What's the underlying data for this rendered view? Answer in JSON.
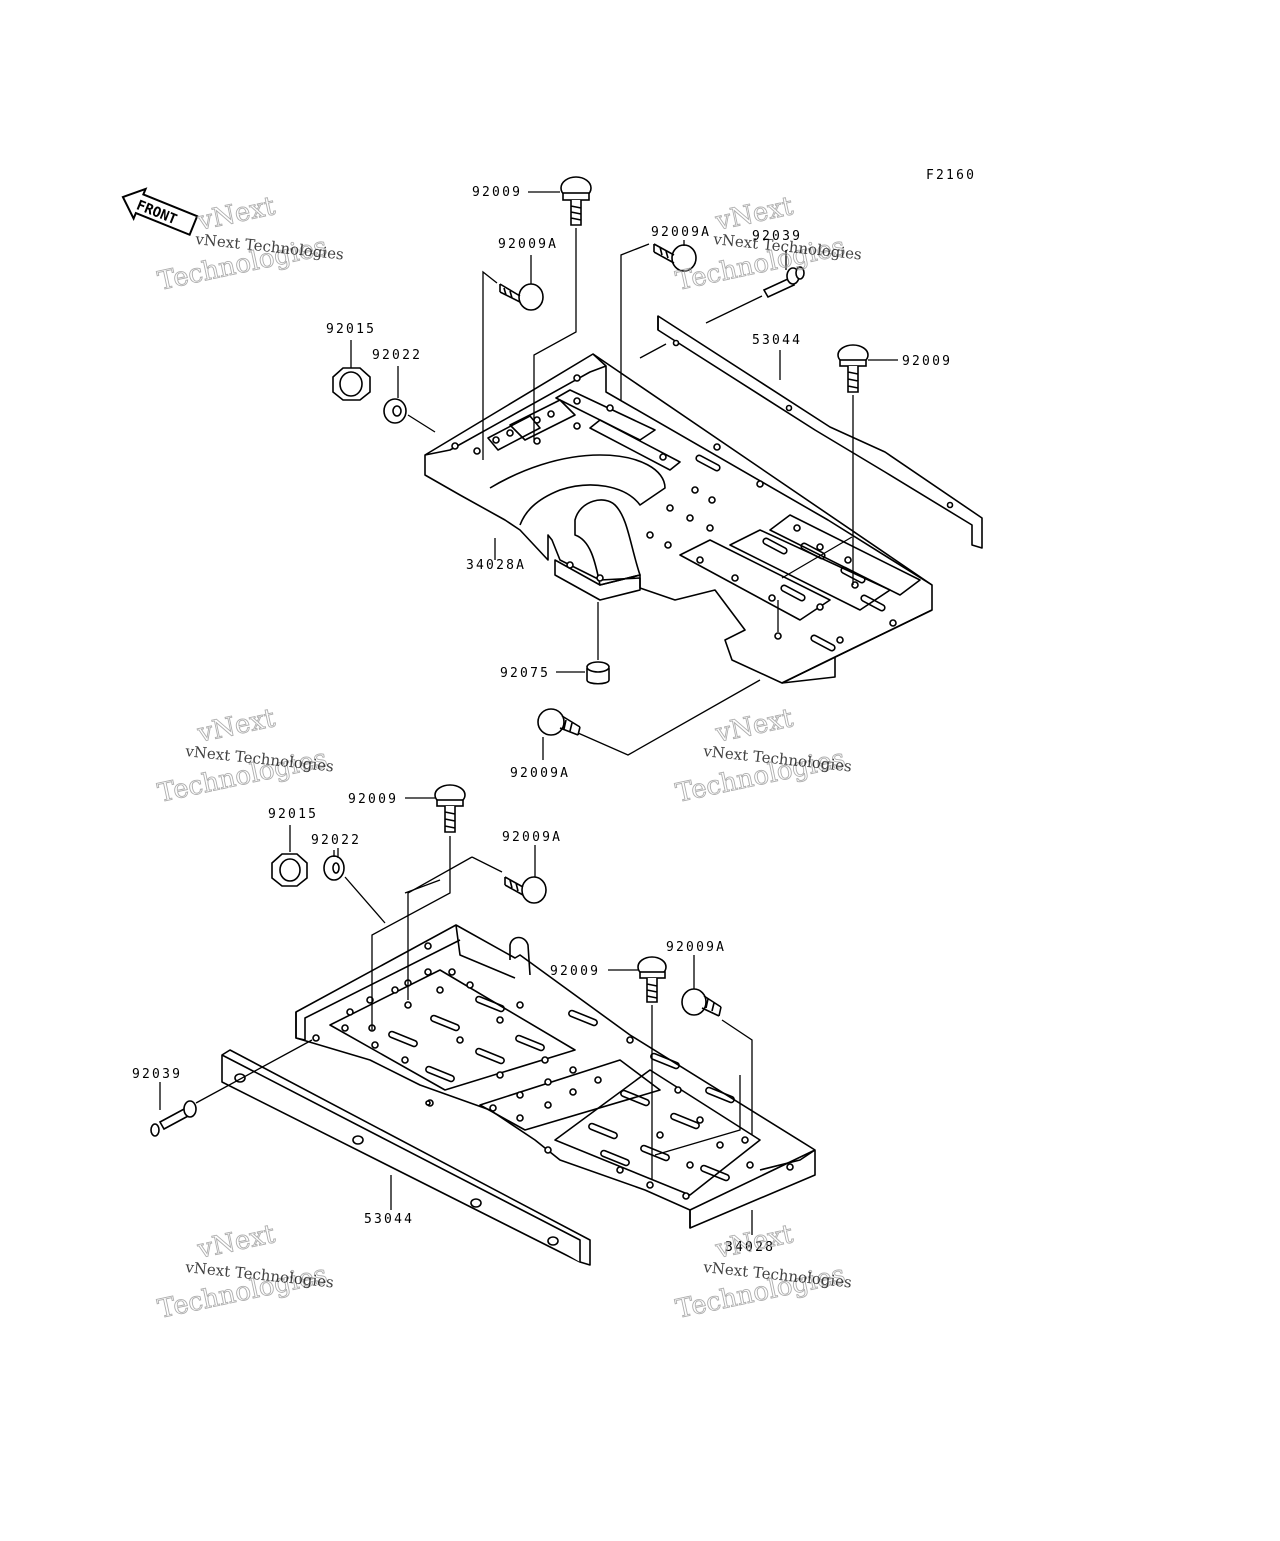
{
  "figure_code": "F2160",
  "front_label": "FRONT",
  "watermark": {
    "line1": "vNext Technologies",
    "outline_top": "vNext",
    "outline_bottom": "Technologies"
  },
  "callouts": {
    "upper_bolt_92009_top": "92009",
    "upper_bolt_92009a_left": "92009A",
    "upper_bolt_92009a_right": "92009A",
    "upper_pin_92039": "92039",
    "upper_bar_53044": "53044",
    "upper_bolt_92009_right": "92009",
    "upper_nut_92015": "92015",
    "upper_washer_92022": "92022",
    "upper_carrier_34028a": "34028A",
    "upper_collar_92075": "92075",
    "upper_bolt_92009a_bottom": "92009A",
    "lower_bolt_92009_top": "92009",
    "lower_nut_92015": "92015",
    "lower_washer_92022": "92022",
    "lower_bolt_92009a_top": "92009A",
    "lower_bolt_92009_right": "92009",
    "lower_bolt_92009a_right": "92009A",
    "lower_pin_92039": "92039",
    "lower_bar_53044": "53044",
    "lower_carrier_34028": "34028"
  }
}
